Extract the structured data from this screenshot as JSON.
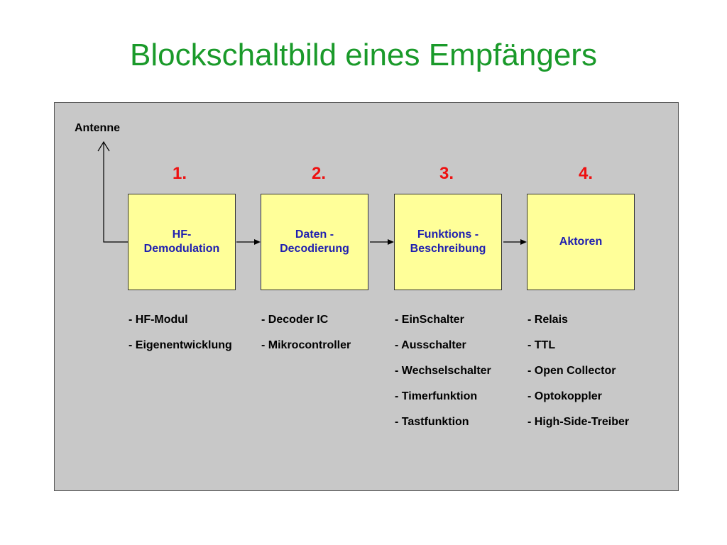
{
  "title": "Blockschaltbild eines Empfängers",
  "antenna_label": "Antenne",
  "steps": [
    "1.",
    "2.",
    "3.",
    "4."
  ],
  "blocks": [
    {
      "label": "HF-\nDemodulation"
    },
    {
      "label": "Daten -\nDecodierung"
    },
    {
      "label": "Funktions -\nBeschreibung"
    },
    {
      "label": "Aktoren"
    }
  ],
  "lists": [
    [
      "- HF-Modul",
      "- Eigenentwicklung"
    ],
    [
      "- Decoder IC",
      "- Mikrocontroller"
    ],
    [
      "- EinSchalter",
      "- Ausschalter",
      "- Wechselschalter",
      "- Timerfunktion",
      "- Tastfunktion"
    ],
    [
      "- Relais",
      "- TTL",
      "- Open Collector",
      "- Optokoppler",
      "- High-Side-Treiber"
    ]
  ]
}
